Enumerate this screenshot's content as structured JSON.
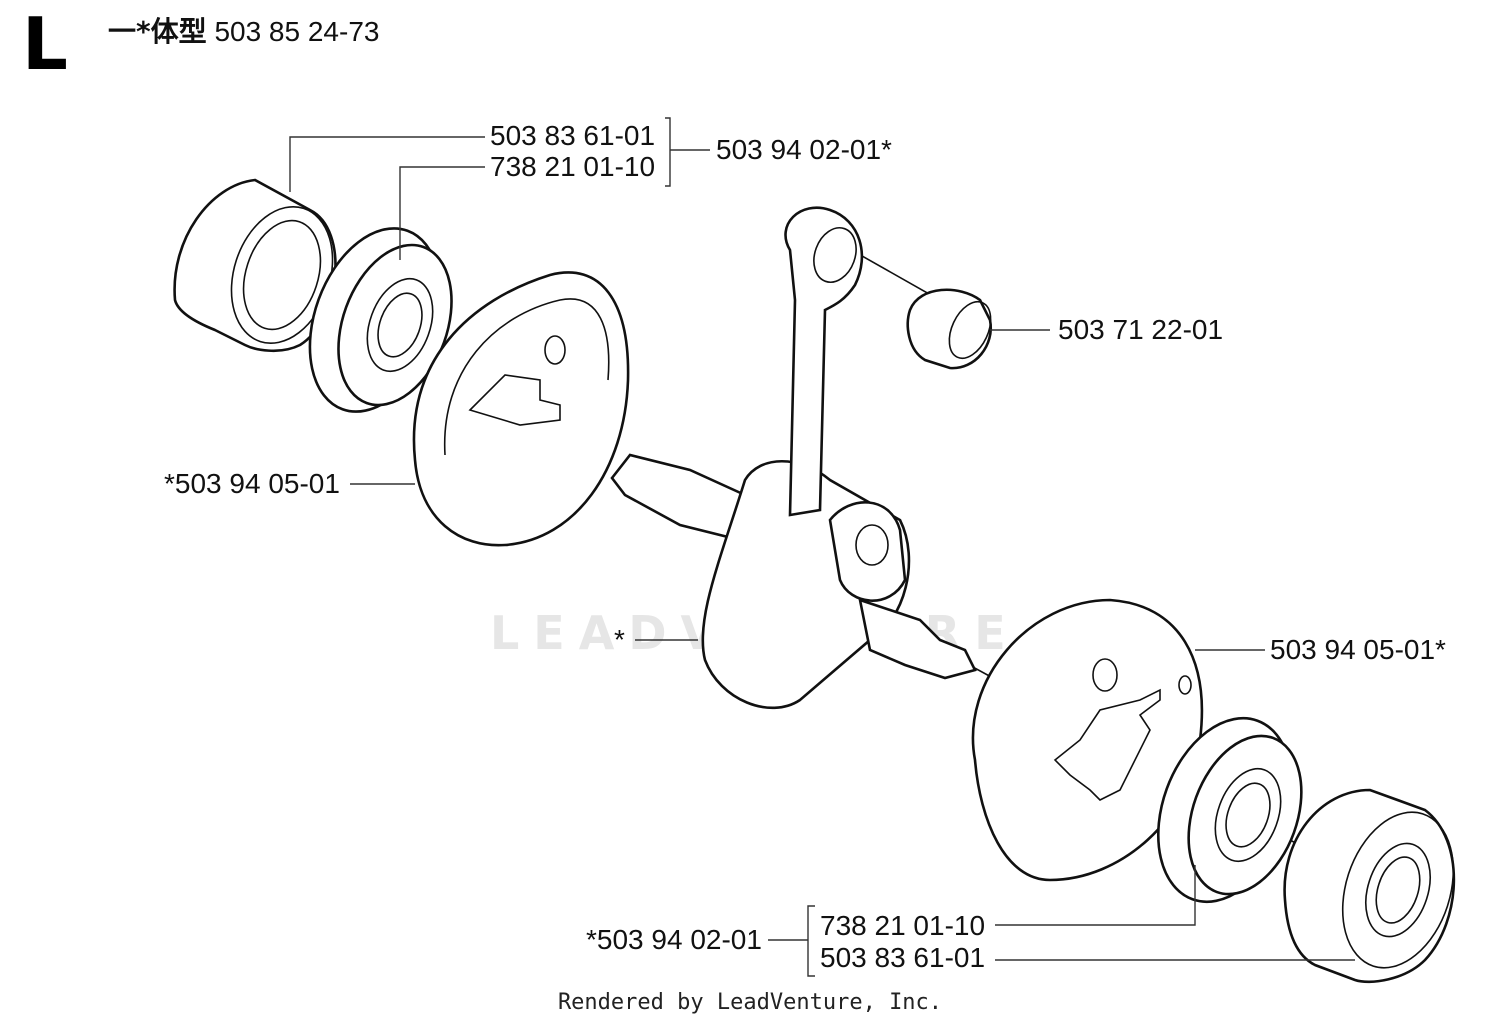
{
  "section": "L",
  "assembly": {
    "prefix": "一*体型",
    "number": "503 85 24-73"
  },
  "labels": {
    "seal_top": "503 83 61-01",
    "bearing_top": "738 21 01-10",
    "kit_top": "503 94 02-01*",
    "needle_bearing": "503 71 22-01",
    "half_left": "*503 94 05-01",
    "crankshaft": "*",
    "half_right": "503 94 05-01*",
    "kit_bottom": "*503 94 02-01",
    "bearing_bottom": "738 21 01-10",
    "seal_bottom": "503 83 61-01"
  },
  "watermark": "LEADVENTURE",
  "footer": "Rendered by LeadVenture, Inc."
}
